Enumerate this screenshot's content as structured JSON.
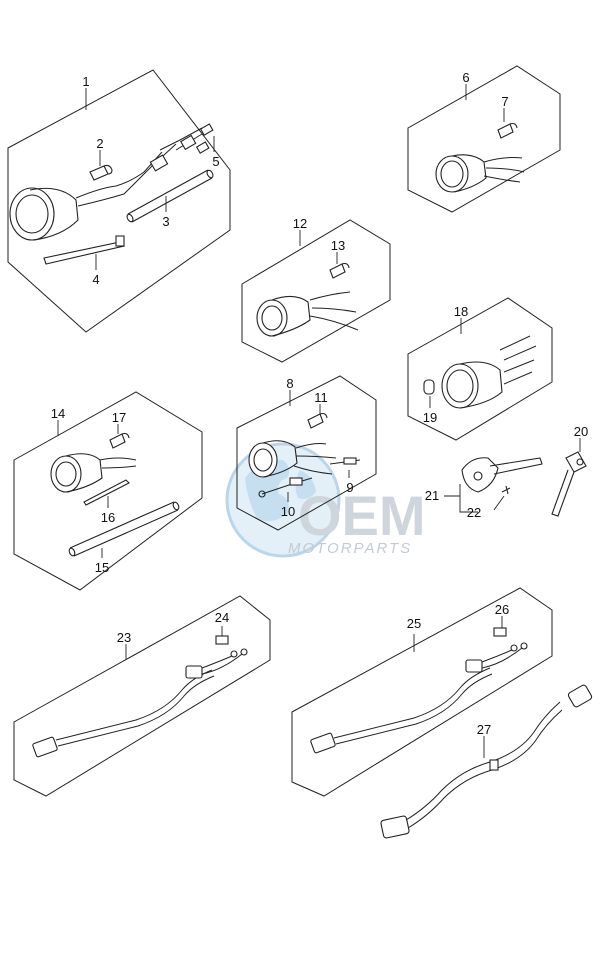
{
  "callouts": {
    "c1": "1",
    "c2": "2",
    "c3": "3",
    "c4": "4",
    "c5": "5",
    "c6": "6",
    "c7": "7",
    "c8": "8",
    "c9": "9",
    "c10": "10",
    "c11": "11",
    "c12": "12",
    "c13": "13",
    "c14": "14",
    "c15": "15",
    "c16": "16",
    "c17": "17",
    "c18": "18",
    "c19": "19",
    "c20": "20",
    "c21": "21",
    "c22": "22",
    "c23": "23",
    "c24": "24",
    "c25": "25",
    "c26": "26",
    "c27": "27"
  },
  "watermark": {
    "brand": "OEM",
    "sub": "MOTORPARTS"
  }
}
